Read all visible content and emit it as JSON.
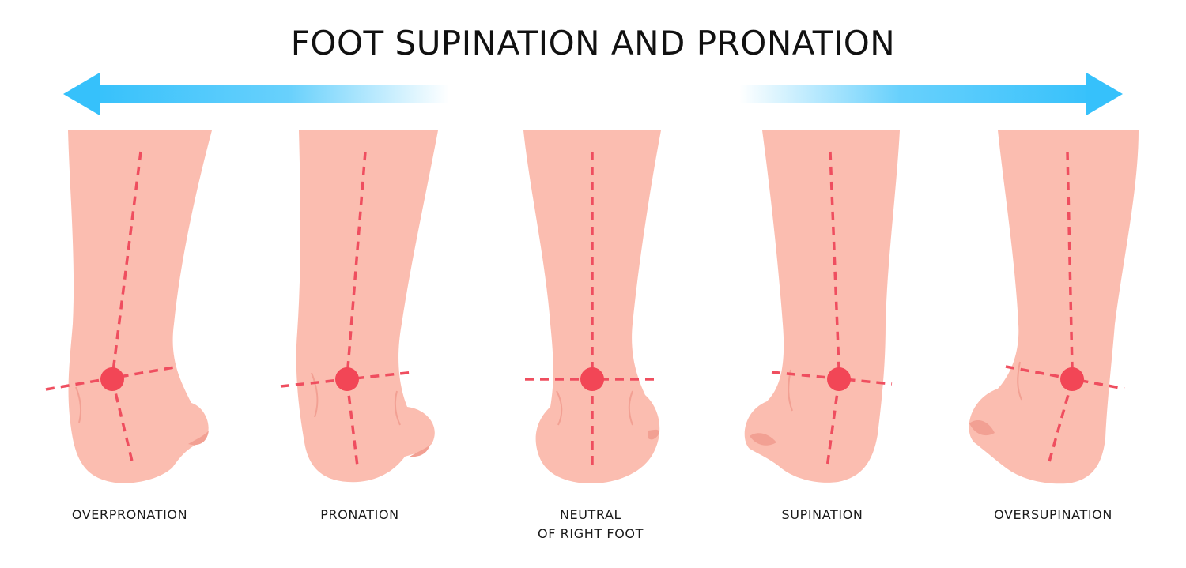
{
  "title": "FOOT SUPINATION AND PRONATION",
  "colors": {
    "skin": "#fbbdb0",
    "skin_shadow": "#f2a093",
    "axis_line": "#ef4e5f",
    "marker": "#f24656",
    "arrow": "#36c1fb",
    "text": "#1a1a1a"
  },
  "arrows": [
    {
      "name": "toward-pronation",
      "direction": "left"
    },
    {
      "name": "toward-supination",
      "direction": "right"
    }
  ],
  "feet": [
    {
      "key": "overpronation",
      "label_lines": [
        "OVERPRONATION"
      ],
      "angle_deg": 7,
      "heel_side": "right"
    },
    {
      "key": "pronation",
      "label_lines": [
        "PRONATION"
      ],
      "angle_deg": 3.5,
      "heel_side": "right"
    },
    {
      "key": "neutral",
      "label_lines": [
        "NEUTRAL",
        "OF RIGHT FOOT"
      ],
      "angle_deg": 0,
      "heel_side": "both"
    },
    {
      "key": "supination",
      "label_lines": [
        "SUPINATION"
      ],
      "angle_deg": -3.5,
      "heel_side": "left"
    },
    {
      "key": "oversupination",
      "label_lines": [
        "OVERSUPINATION"
      ],
      "angle_deg": -7,
      "heel_side": "left"
    }
  ]
}
